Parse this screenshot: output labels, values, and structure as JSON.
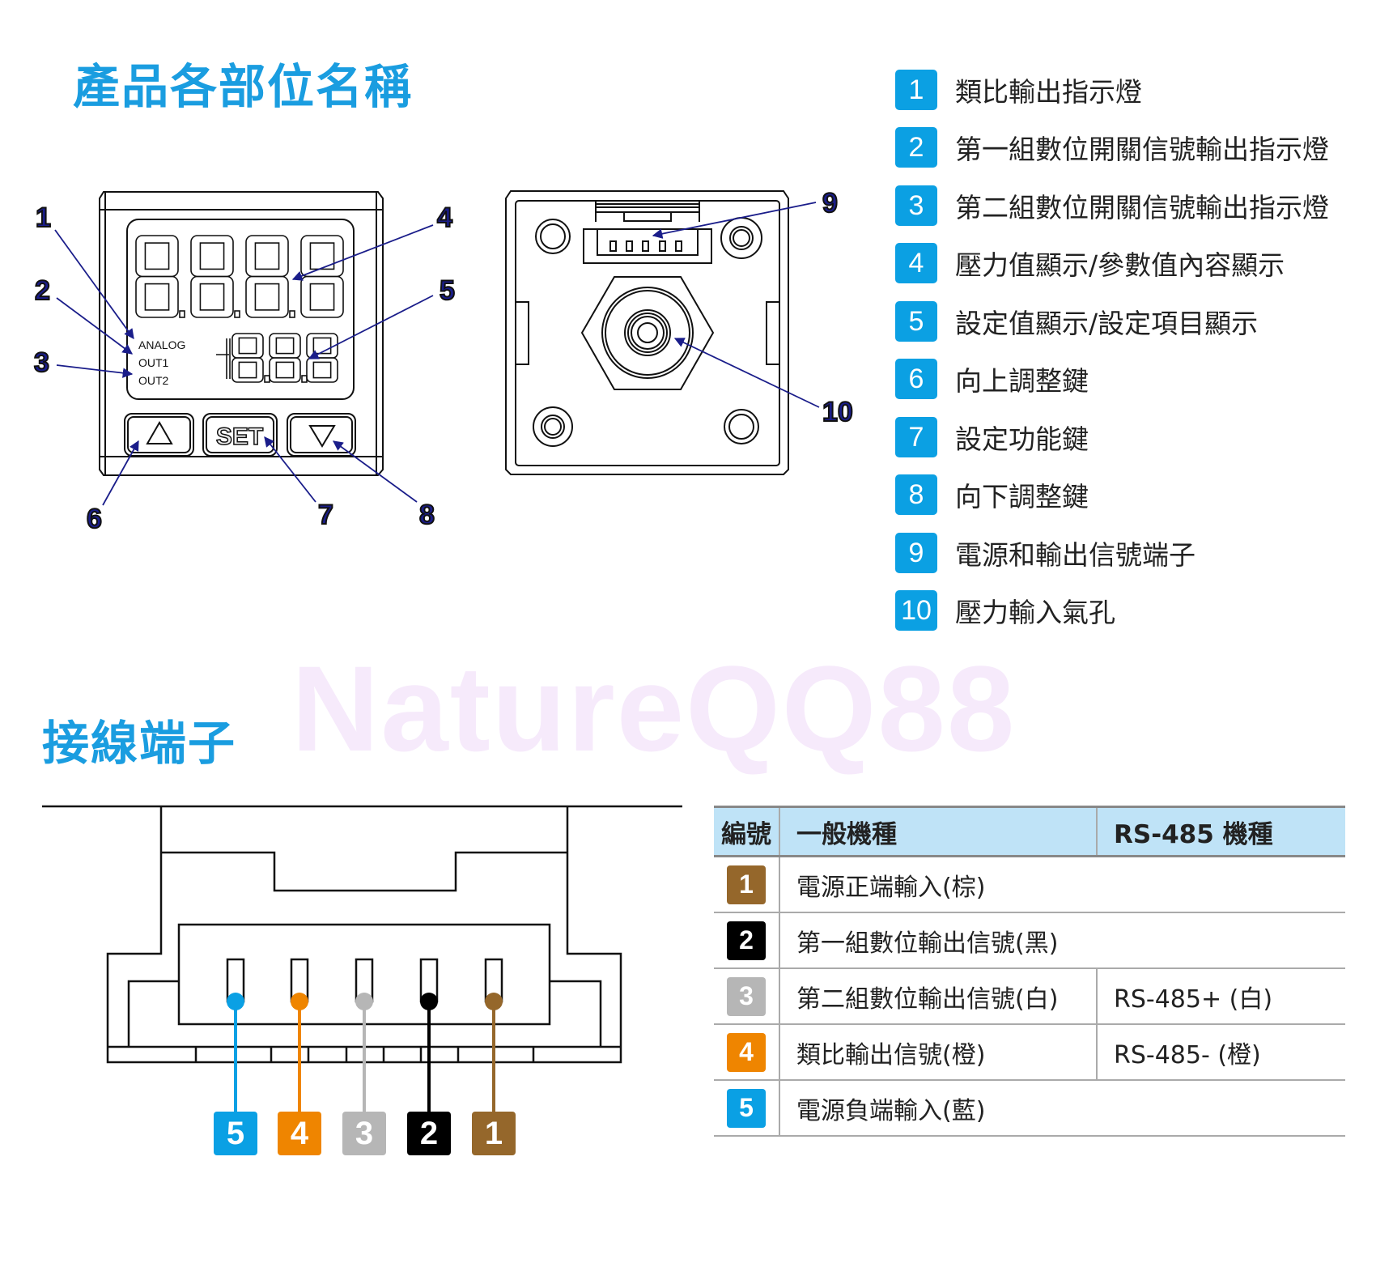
{
  "section1_title": "產品各部位名稱",
  "section2_title": "接線端子",
  "watermark": "NatureQQ88",
  "accent": "#1a9de0",
  "front_panel": {
    "indicators": [
      "ANALOG",
      "OUT1",
      "OUT2"
    ],
    "buttons": {
      "up_icon": "triangle-up",
      "set": "SET",
      "down_icon": "triangle-down"
    },
    "callouts": [
      "1",
      "2",
      "3",
      "4",
      "5",
      "6",
      "7",
      "8"
    ]
  },
  "back_panel": {
    "callouts": [
      "9",
      "10"
    ]
  },
  "legend": [
    {
      "num": "1",
      "label": "類比輸出指示燈"
    },
    {
      "num": "2",
      "label": "第一組數位開關信號輸出指示燈"
    },
    {
      "num": "3",
      "label": "第二組數位開關信號輸出指示燈"
    },
    {
      "num": "4",
      "label": "壓力值顯示/參數值內容顯示"
    },
    {
      "num": "5",
      "label": "設定值顯示/設定項目顯示"
    },
    {
      "num": "6",
      "label": "向上調整鍵"
    },
    {
      "num": "7",
      "label": "設定功能鍵"
    },
    {
      "num": "8",
      "label": "向下調整鍵"
    },
    {
      "num": "9",
      "label": "電源和輸出信號端子"
    },
    {
      "num": "10",
      "label": "壓力輸入氣孔"
    }
  ],
  "wires": [
    {
      "num": "5",
      "color": "#0aa0e4"
    },
    {
      "num": "4",
      "color": "#ef8500"
    },
    {
      "num": "3",
      "color": "#b6b6b6"
    },
    {
      "num": "2",
      "color": "#000000"
    },
    {
      "num": "1",
      "color": "#95672b"
    }
  ],
  "table": {
    "headers": [
      "編號",
      "一般機種",
      "RS-485 機種"
    ],
    "rows": [
      {
        "num": "1",
        "color": "#95672b",
        "general": "電源正端輸入(棕)",
        "rs485": ""
      },
      {
        "num": "2",
        "color": "#000000",
        "general": "第一組數位輸出信號(黑)",
        "rs485": ""
      },
      {
        "num": "3",
        "color": "#b6b6b6",
        "general": "第二組數位輸出信號(白)",
        "rs485": "RS-485+ (白)"
      },
      {
        "num": "4",
        "color": "#ef8500",
        "general": "類比輸出信號(橙)",
        "rs485": "RS-485- (橙)"
      },
      {
        "num": "5",
        "color": "#0aa0e4",
        "general": "電源負端輸入(藍)",
        "rs485": ""
      }
    ]
  }
}
